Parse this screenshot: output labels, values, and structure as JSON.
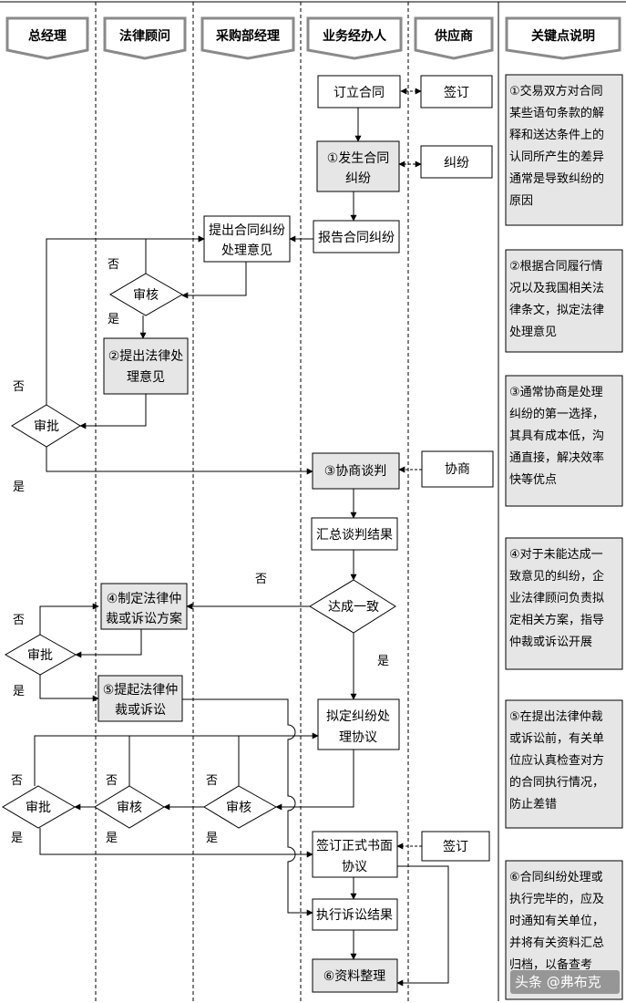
{
  "headers": [
    {
      "id": "gm",
      "label": "总经理"
    },
    {
      "id": "law",
      "label": "法律顾问"
    },
    {
      "id": "pm",
      "label": "采购部经理"
    },
    {
      "id": "biz",
      "label": "业务经办人"
    },
    {
      "id": "sup",
      "label": "供应商"
    },
    {
      "id": "key",
      "label": "关键点说明"
    }
  ],
  "nodes": {
    "sign_contract": "订立合同",
    "sign1": "签订",
    "dispute_occurs": [
      "①发生合同",
      "纠纷"
    ],
    "dispute_sup": "纠纷",
    "report_dispute": "报告合同纠纷",
    "propose_opinion": [
      "提出合同纠纷",
      "处理意见"
    ],
    "review1": "审核",
    "legal_opinion": [
      "②提出法律处",
      "理意见"
    ],
    "approve1": "审批",
    "negotiate": "③协商谈判",
    "negotiate_sup": "协商",
    "summarize": "汇总谈判结果",
    "agree": "达成一致",
    "make_plan": [
      "④制定法律仲",
      "裁或诉讼方案"
    ],
    "approve2": "审批",
    "file_suit": [
      "⑤提起法律仲",
      "裁或诉讼"
    ],
    "draft_agreement": [
      "拟定纠纷处",
      "理协议"
    ],
    "approve3": "审批",
    "review2": "审核",
    "review3": "审核",
    "sign_formal": [
      "签订正式书面",
      "协议"
    ],
    "sign2": "签订",
    "execute": "执行诉讼结果",
    "archive": "⑥资料整理"
  },
  "edge_labels": {
    "no": "否",
    "yes": "是"
  },
  "notes": [
    [
      "①交易双方对合同",
      "某些语句条款的解",
      "释和送达条件上的",
      "认同所产生的差异",
      "通常是导致纠纷的",
      "原因"
    ],
    [
      "②根据合同履行情",
      "况以及我国相关法",
      "律条文，拟定法律",
      "处理意见"
    ],
    [
      "③通常协商是处理",
      "纠纷的第一选择，",
      "其具有成本低，沟",
      "通直接，解决效率",
      "快等优点"
    ],
    [
      "④对于未能达成一",
      "致意见的纠纷，企",
      "业法律顾问负责拟",
      "定相关方案，指导",
      "仲裁或诉讼开展"
    ],
    [
      "⑤在提出法律仲裁",
      "或诉讼前，有关单",
      "位应认真检查对方",
      "的合同执行情况，",
      "防止差错"
    ],
    [
      "⑥合同纠纷处理或",
      "执行完毕的，应及",
      "时通知有关单位，",
      "并将有关资料汇总",
      "归档，以备查考"
    ]
  ],
  "watermark": "头条 @弗布克"
}
